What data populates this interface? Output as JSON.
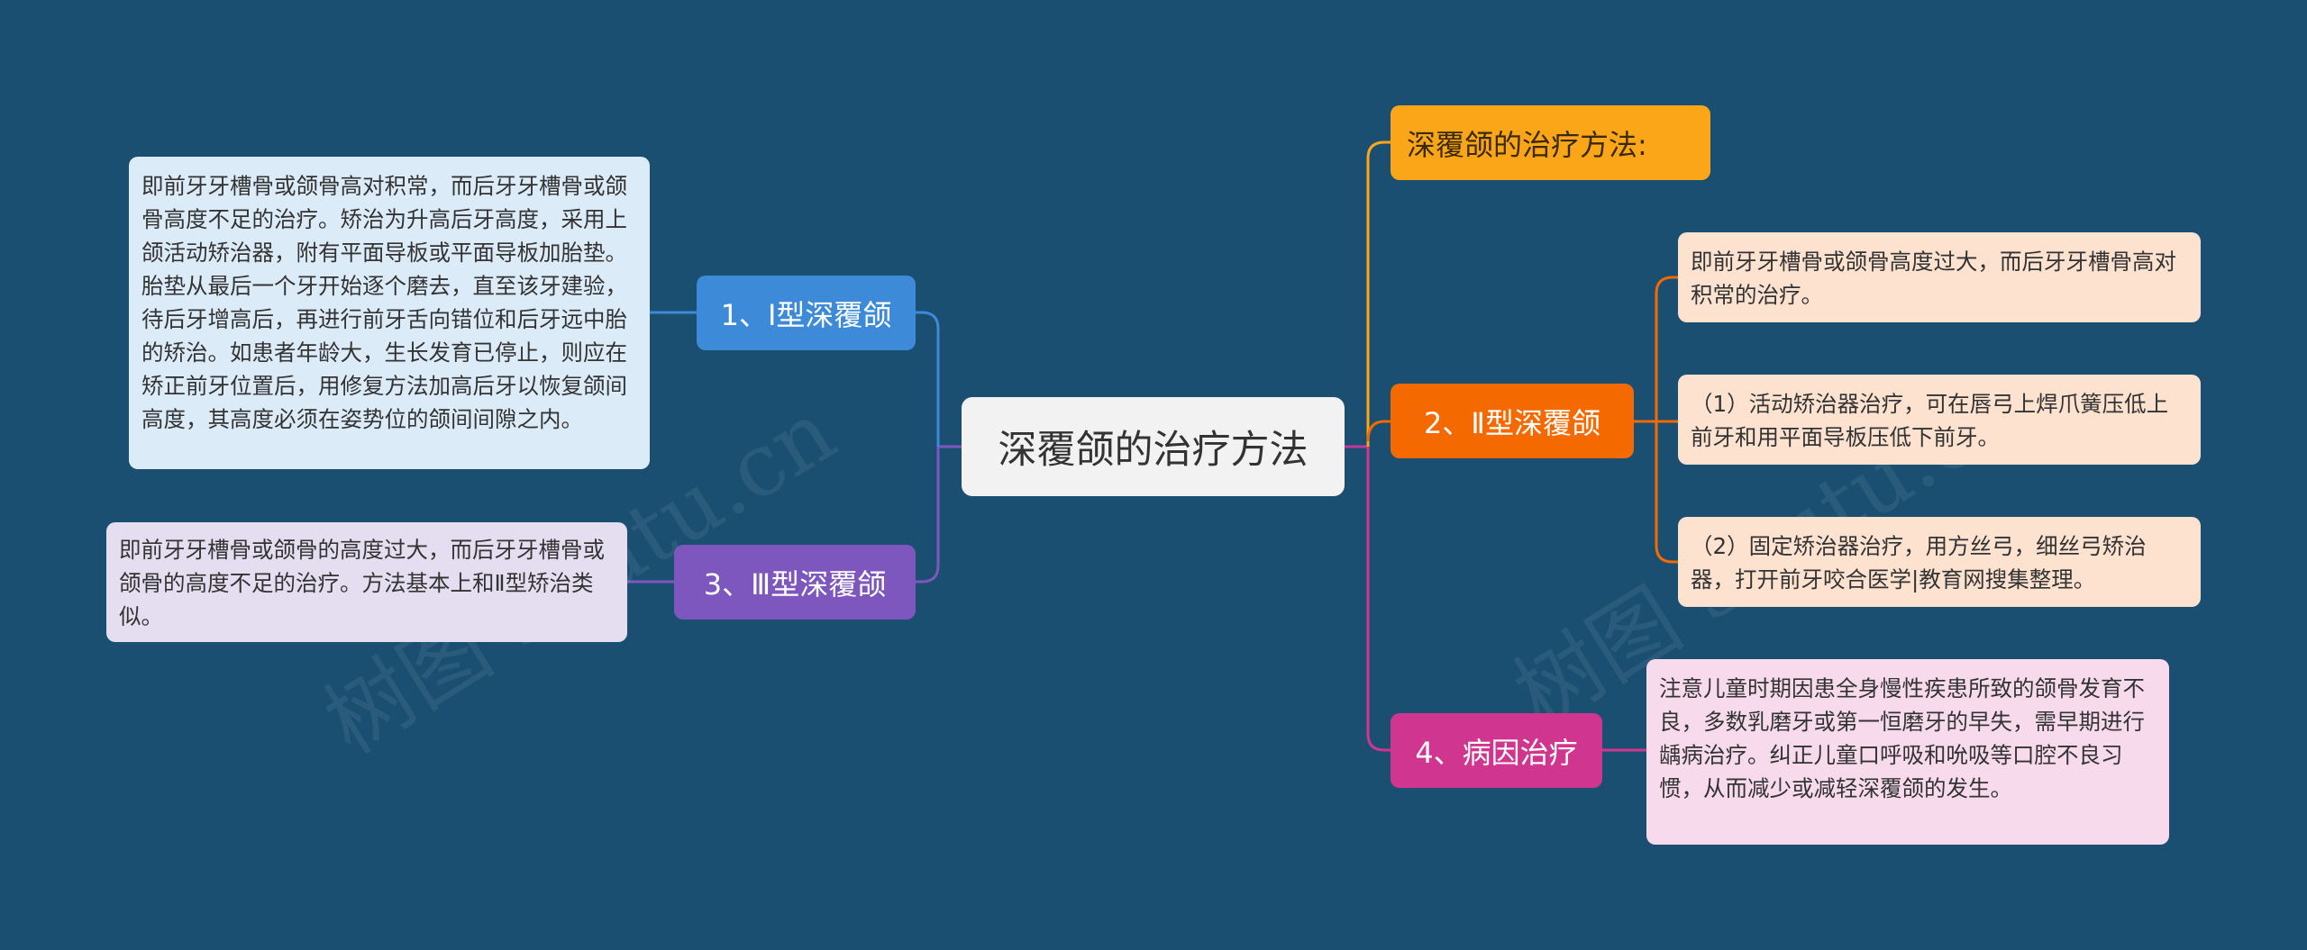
{
  "root": {
    "label": "深覆颌的治疗方法"
  },
  "heading": {
    "label": "深覆颌的治疗方法:"
  },
  "branches": [
    {
      "label": "1、I型深覆颌",
      "color": "#3c8ad8",
      "leaves": [
        "即前牙牙槽骨或颌骨高对积常，而后牙牙槽骨或颌骨高度不足的治疗。矫治为升高后牙高度，采用上颌活动矫治器，附有平面导板或平面导板加胎垫。胎垫从最后一个牙开始逐个磨去，直至该牙建验，待后牙增高后，再进行前牙舌向错位和后牙远中胎的矫治。如患者年龄大，生长发育已停止，则应在矫正前牙位置后，用修复方法加高后牙以恢复颌间高度，其高度必须在姿势位的颌间间隙之内。"
      ]
    },
    {
      "label": "2、Ⅱ型深覆颌",
      "color": "#f56a00",
      "leaves": [
        "即前牙牙槽骨或颌骨高度过大，而后牙牙槽骨高对积常的治疗。",
        "（1）活动矫治器治疗，可在唇弓上焊爪簧压低上前牙和用平面导板压低下前牙。",
        "（2）固定矫治器治疗，用方丝弓，细丝弓矫治器，打开前牙咬合医学|教育网搜集整理。"
      ]
    },
    {
      "label": "3、Ⅲ型深覆颌",
      "color": "#7d57bd",
      "leaves": [
        "即前牙牙槽骨或颌骨的高度过大，而后牙牙槽骨或颌骨的高度不足的治疗。方法基本上和Ⅱ型矫治类似。"
      ]
    },
    {
      "label": "4、病因治疗",
      "color": "#d0368f",
      "leaves": [
        "注意儿童时期因患全身慢性疾患所致的颌骨发育不良，多数乳磨牙或第一恒磨牙的早失，需早期进行龋病治疗。纠正儿童口呼吸和吮吸等口腔不良习惯，从而减少或减轻深覆颌的发生。"
      ]
    }
  ],
  "colors": {
    "background": "#1b4f72",
    "heading": "#fba619"
  },
  "watermark": "树图 shutu.cn"
}
